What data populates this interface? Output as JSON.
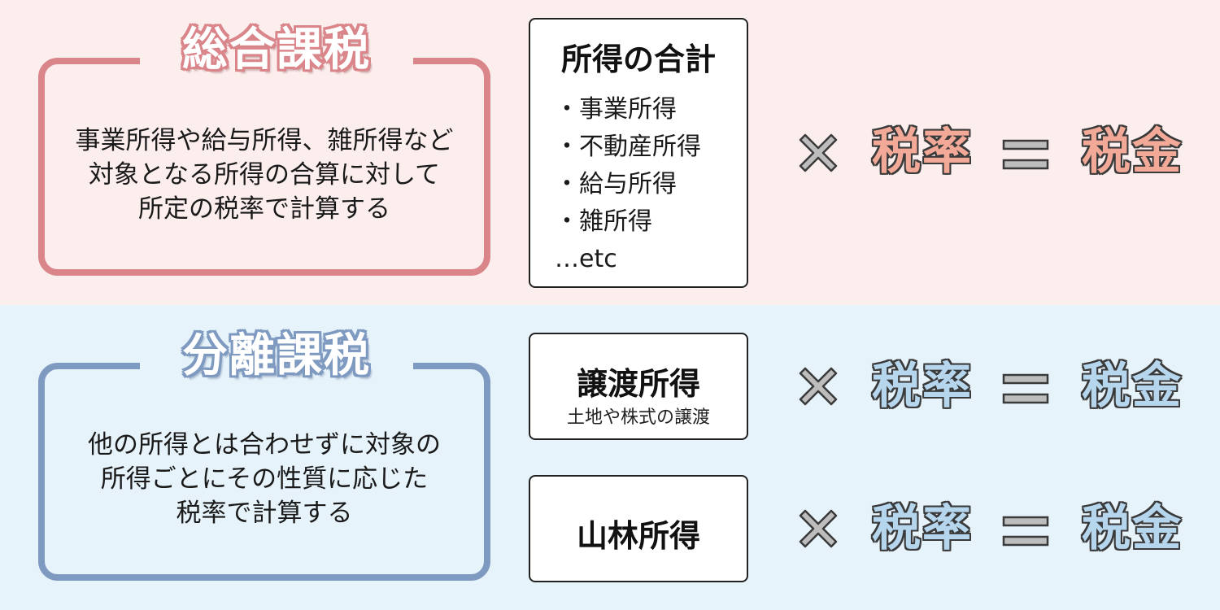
{
  "colors": {
    "comprehensive_accent": "#d9858a",
    "separate_accent": "#7f9ac0",
    "comprehensive_bg": "#fdeeee",
    "separate_bg": "#e6f3fb",
    "rate_red": "#f2a998",
    "rate_blue": "#b6d6ee"
  },
  "comprehensive": {
    "title": "総合課税",
    "description": [
      "事業所得や給与所得、雑所得など",
      "対象となる所得の合算に対して",
      "所定の税率で計算する"
    ],
    "income_card": {
      "title": "所得の合計",
      "items": [
        "事業所得",
        "不動産所得",
        "給与所得",
        "雑所得"
      ],
      "etc": "…etc"
    },
    "formula": {
      "times": "multiply-icon",
      "rate": "税率",
      "equals": "equals-icon",
      "result": "税金"
    }
  },
  "separate": {
    "title": "分離課税",
    "description": [
      "他の所得とは合わせずに対象の",
      "所得ごとにその性質に応じた",
      "税率で計算する"
    ],
    "transfer_card": {
      "title": "譲渡所得",
      "subtitle": "土地や株式の譲渡"
    },
    "forest_card": {
      "title": "山林所得"
    },
    "formula_transfer": {
      "times": "multiply-icon",
      "rate": "税率",
      "equals": "equals-icon",
      "result": "税金"
    },
    "formula_forest": {
      "times": "multiply-icon",
      "rate": "税率",
      "equals": "equals-icon",
      "result": "税金"
    }
  }
}
